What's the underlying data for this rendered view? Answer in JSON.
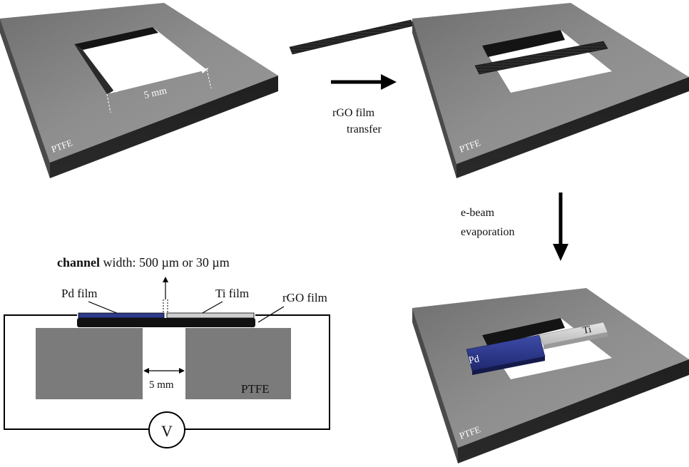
{
  "panel1": {
    "material": "PTFE",
    "dimension": "5 mm"
  },
  "step1": {
    "line1": "rGO film",
    "line2": "transfer"
  },
  "panel2": {
    "material": "PTFE"
  },
  "step2": {
    "line1": "e-beam",
    "line2": "evaporation"
  },
  "panel3": {
    "material": "PTFE",
    "pd_label": "Pd",
    "ti_label": "Ti"
  },
  "cross_section": {
    "channel_bold": "channel",
    "channel_rest": " width: 500 µm or 30 µm",
    "pd_film": "Pd film",
    "ti_film": "Ti film",
    "rgo_film": "rGO film",
    "gap": "5 mm",
    "material": "PTFE",
    "voltmeter": "V"
  },
  "colors": {
    "ptfe_top": "#8c8c8c",
    "ptfe_side": "#2e2e2e",
    "ptfe_block": "#7b7b7b",
    "rgo": "#1a1a1a",
    "pd": "#2e3a8c",
    "ti": "#d2d2d2"
  }
}
